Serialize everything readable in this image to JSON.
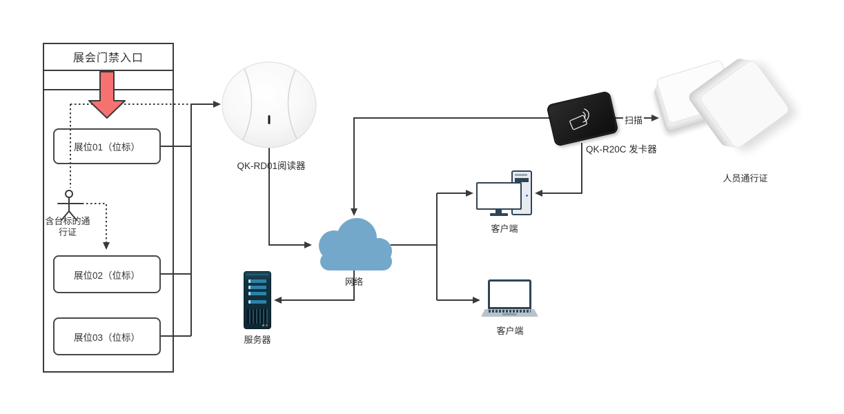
{
  "diagram": {
    "entrance": {
      "title": "展会门禁入口",
      "booths": [
        {
          "label": "展位01（位标）"
        },
        {
          "label": "展位02（位标）"
        },
        {
          "label": "展位03（位标）"
        }
      ],
      "person_caption": "含台标的通行证"
    },
    "reader_label": "QK-RD01阅读器",
    "network_label": "网络",
    "server_label": "服务器",
    "desktop_client_label": "客户端",
    "laptop_client_label": "客户端",
    "card_writer_label": "QK-R20C 发卡器",
    "scan_label": "扫描",
    "cards_label": "人员通行证",
    "colors": {
      "line": "#3a3a3a",
      "arrow_red": "#f87171",
      "cloud_blue": "#74a8ca",
      "device_frame": "#2e4456",
      "server_body": "#0e2834",
      "server_bar": "#2e82a9"
    }
  }
}
